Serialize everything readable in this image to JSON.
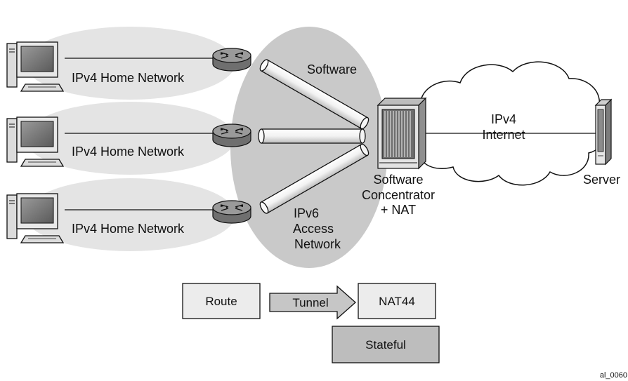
{
  "home_networks": [
    {
      "label": "IPv4 Home Network"
    },
    {
      "label": "IPv4 Home Network"
    },
    {
      "label": "IPv4 Home Network"
    }
  ],
  "tunnel_label": "Software",
  "access_network_label": [
    "IPv6",
    "Access",
    "Network"
  ],
  "concentrator_label": [
    "Software",
    "Concentrator",
    "+ NAT"
  ],
  "internet_label": [
    "IPv4",
    "Internet"
  ],
  "server_label": "Server",
  "legend": {
    "route": "Route",
    "tunnel": "Tunnel",
    "nat": "NAT44",
    "stateful": "Stateful"
  },
  "figure_id": "al_0060",
  "colors": {
    "home_network_fill": "#e4e4e4",
    "access_network_fill": "#c9c9c9",
    "router_fill": "#8a8a8a",
    "stateful_fill": "#bdbdbd",
    "light_box_fill": "#ececec"
  },
  "icons": [
    "pc-icon",
    "router-icon",
    "concentrator-icon",
    "cloud-icon",
    "server-icon"
  ]
}
